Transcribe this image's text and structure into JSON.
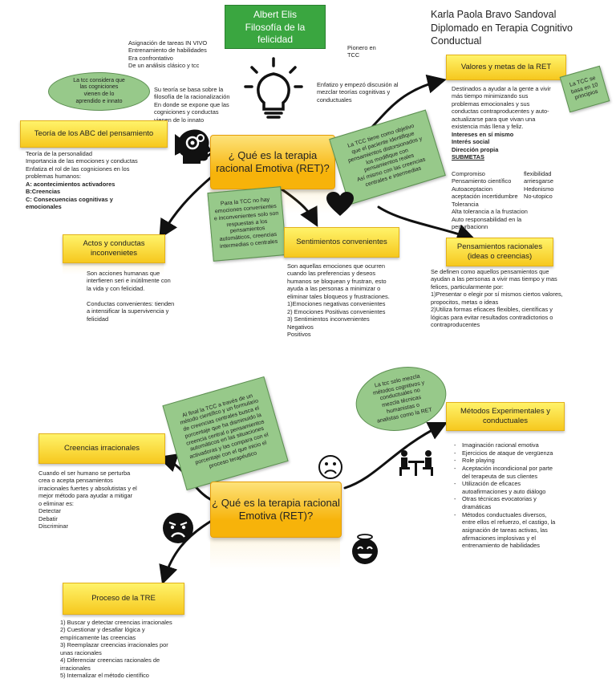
{
  "title_box": {
    "line1": "Albert Elis",
    "line2": "Filosofía de la",
    "line3": "felicidad"
  },
  "author": {
    "name": "Karla Paola Bravo Sandoval",
    "course_line1": "Diplomado en Terapia Cognitivo",
    "course_line2": "Conductual"
  },
  "top_notes": {
    "tasks": "Asignación de tareas IN VIVO\nEntrenamiento de habilidades\nEra confrontativo\nDe un análisis clásico y tcc",
    "pioneer": "Pionero en\nTCC",
    "philosophy": "Su teoría se basa sobre la\nfilosofía de la racionalización\nEn donde se expone que las\ncogniciones y conductas\nvienen de lo innato",
    "enfatizo": "Enfatizo y empezó discusión al\nmezclar teorías  cognitivas y\nconductuales"
  },
  "ellipse_innate": "La tcc considera que\nlas cogniciones\nvienen de lo\naprendido e innato",
  "central_question": "¿ Qué es la terapia racional Emotiva (RET)?",
  "abc": {
    "title": "Teoría de los ABC del pensamiento",
    "intro": "Teoría de la personalidad\nImportancia de las emociones y conductas\nEnfatiza el rol de las cogniciones en los\nproblemas humanos:",
    "a": "A:  acontecimientos activadores",
    "b": "B:Creencias",
    "c": "C: Consecuencias cognitivas y\nemocionales"
  },
  "values": {
    "title": "Valores y metas de la RET",
    "desc": "Destinados a ayudar a la gente a vivir\nmás tiempo minimizando sus\nproblemas emocionales y sus\nconductas contraproducentes y auto-\nactualizarse para que vivan una\nexistencia más llena y feliz.",
    "goals": [
      "Intereses en sí mismo",
      "Interés social",
      "Dirección propia"
    ],
    "subgoals_title": "SUBMETAS",
    "subgoals_col1": "Compromiso\nPensamiento científico\nAutoaceptacion\n aceptación incertidumbre\nTolerancia\nAlta tolerancia a la frustacion\nAuto responsabilidad en la\nperturbacionn",
    "subgoals_col2": "flexibilidad\narriesgarse\nHedonismo\nNo-utopico"
  },
  "note_principles": "La TCC se\nbasa en 10\nprincipios",
  "note_objective": "La TCC tiene como objetivo\nque el paciente identifique\npensamientos distorsionados y\nlos modifique con\npensamientos reales\nAsí mismo con las creencias\ncentrales e intermedias",
  "note_emotions": "Para la TCC no hay\nemociones convenientes\ne inconvenientes solo son\nrespuestas a los\npensamientos\nautomáticos, creencias\nintermedias o centrales",
  "actos": {
    "title": "Actos y conductas inconvenietes",
    "text": "Son acciones humanas que\ninterfieren seri e inútilmente con\nla vida y con felicidad.\n\nConductas convenientes: tienden\na intensificar la supervivencia y\nfelicidad"
  },
  "sentimientos": {
    "title": "Sentimientos convenientes",
    "text": "Son aquellas emociones que ocurren\ncuando las preferencias y deseos\nhumanos se bloquean y frustran, esto\nayuda a las personas a minimizar o\neliminar tales bloqueos y frustraciones.\n1)Emociones negativas convenientes\n2) Emociones Positivas convenientes\n3) Sentimientos inconvenientes\nNegativos\nPositivos"
  },
  "rational": {
    "title": "Pensamientos racionales (ideas o creencias)",
    "text": "Se definen como aquellos pensamientos que\nayudan a las personas a vivir mas tiempo y mas\nfelices, particularmente por:\n1)Presentar o elegir por sí mismos ciertos valores,\npropocitos, metas o ideas\n2)Utiliza formas eficaces flexibles, científicas y\nlógicas para evitar resultados contradictorios o\ncontraproducentes"
  },
  "note_final": "Al final la TCC a través de un\nmétodo científico y un formulario\nde creencias centrales busca el\nporcentaje que ha disminuido la\ncreencia central o pensamientos\nautomáticos en las situaciones\nactivadoras y las compara con el\nporcentaje con el que inicio el\nproceso terapéutico",
  "ellipse_methods": "La tcc solo mezcla\nmétodos cognitivos y\nconductuales no\nmezcla técnicas\nhumanistas o\nanalistas como la RET",
  "irrational": {
    "title": "Creencias irracionales",
    "text": "Cuando el ser humano se perturba\ncrea o acepta pensamientos\nirracionales fuertes y absolutistas y el\nmejor método para ayudar a mitigar\no eliminar es:\nDetectar\nDebatir\nDiscriminar"
  },
  "methods": {
    "title": "Métodos Experimentales y conductuales",
    "items": [
      "Imaginación racional emotiva",
      "Ejercicios de ataque de vergüenza",
      "Role playing",
      "Aceptación incondicional por parte del terapeuta de sus clientes",
      "Utilización de eficaces autoafirmaciones y auto diálogo",
      "Otras técnicas evocatorias y dramáticas",
      "Métodos conductuales diversos, entre ellos el refuerzo, el castigo, la asignación de tareas activas, las afirmaciones implosivas y el entrenamiento de habilidades"
    ]
  },
  "process": {
    "title": "Proceso de la TRE",
    "text": "1) Buscar y detectar creencias irracionales\n2) Cuestionar y desafiar lógica y\nempíricamente las creencias\n3) Reemplazar creencias irracionales por\nunas racionales\n4) Diferenciar creencias racionales de\nirracionales\n5) Internalizar el método científico"
  },
  "colors": {
    "accent_orange": "#f7b30a",
    "note_green": "#97c98a",
    "title_green": "#3aa640",
    "author_text": "#222222"
  },
  "icons": [
    "lightbulb-icon",
    "head-gears-icon",
    "heart-icon",
    "sad-face-icon",
    "angry-face-icon",
    "angel-face-icon",
    "therapy-session-icon"
  ]
}
